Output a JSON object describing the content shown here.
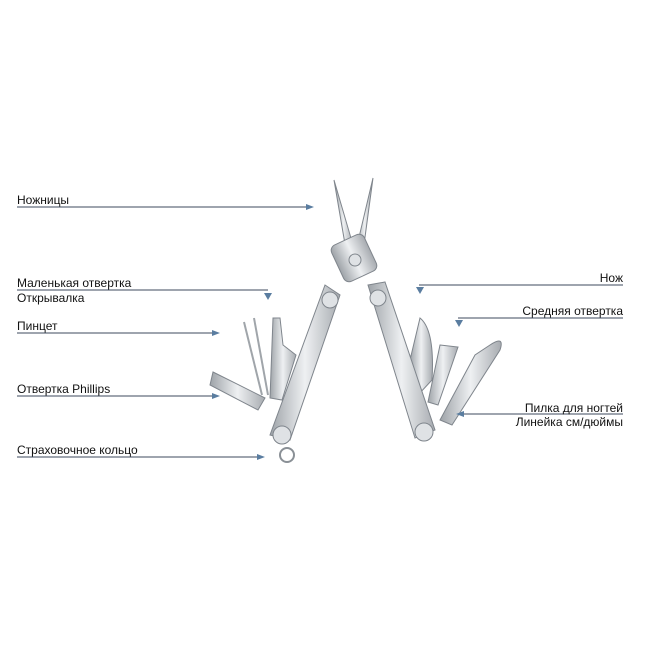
{
  "labels_left": {
    "scissors": "Ножницы",
    "small_screwdriver": "Маленькая отвертка",
    "bottle_opener": "Открывалка",
    "tweezers": "Пинцет",
    "phillips": "Отвертка Phillips",
    "lanyard_ring": "Страховочное кольцо"
  },
  "labels_right": {
    "knife": "Нож",
    "medium_screwdriver": "Средняя отвертка",
    "nail_file": "Пилка для ногтей",
    "ruler": "Линейка см/дюймы"
  },
  "colors": {
    "leader_line": "#3d4a5c",
    "arrow": "#5a7da0",
    "steel": "#c9ccd0"
  }
}
